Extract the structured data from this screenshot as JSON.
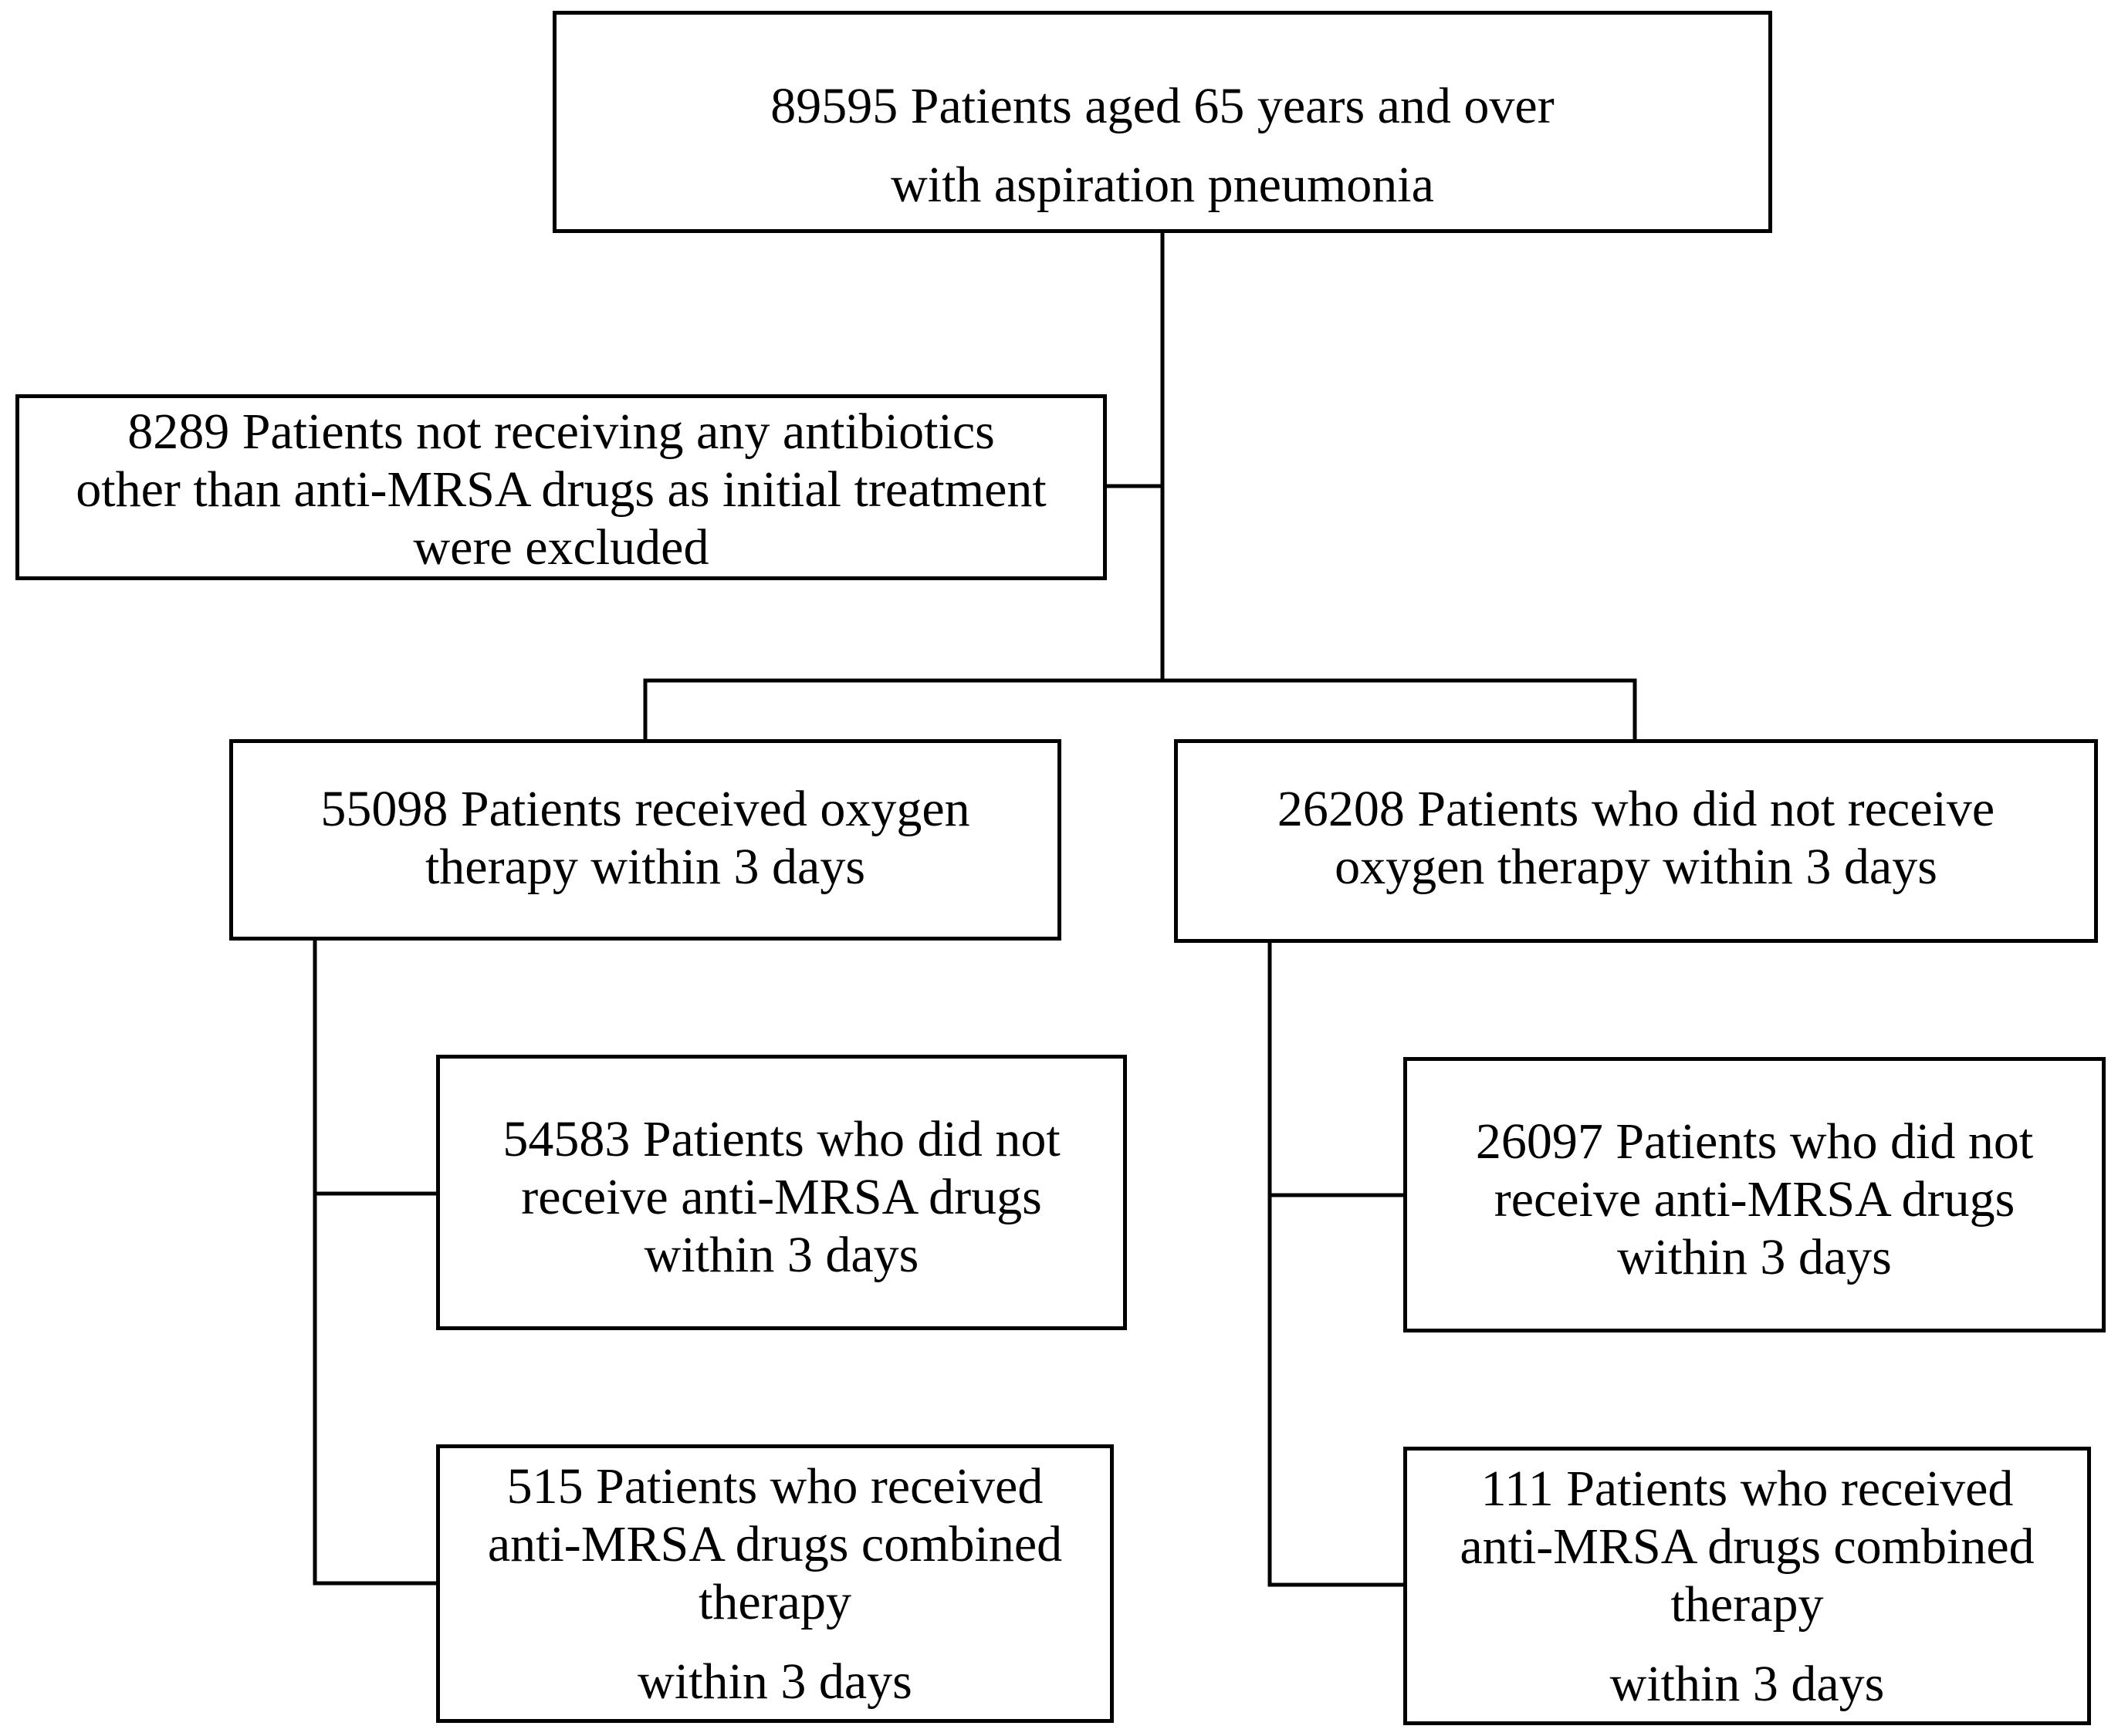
{
  "nodes": {
    "total": [
      "89595 Patients aged 65 years and over",
      "with aspiration pneumonia"
    ],
    "excluded": [
      "8289 Patients not receiving any antibiotics",
      "other than anti-MRSA drugs as initial treatment",
      "were excluded"
    ],
    "oxygen": [
      "55098 Patients received oxygen",
      "therapy within 3 days"
    ],
    "no_oxygen": [
      "26208 Patients who did not receive",
      "oxygen therapy within 3 days"
    ],
    "oxygen_no_mrsa": [
      "54583 Patients who did not",
      "receive anti-MRSA drugs",
      "within 3 days"
    ],
    "oxygen_mrsa": [
      "515 Patients who received",
      "anti-MRSA drugs combined",
      "therapy",
      "within 3 days"
    ],
    "no_oxygen_no_mrsa": [
      "26097 Patients who did not",
      "receive anti-MRSA drugs",
      "within 3 days"
    ],
    "no_oxygen_mrsa": [
      "111 Patients who received",
      "anti-MRSA drugs combined",
      "therapy",
      "within 3 days"
    ]
  }
}
